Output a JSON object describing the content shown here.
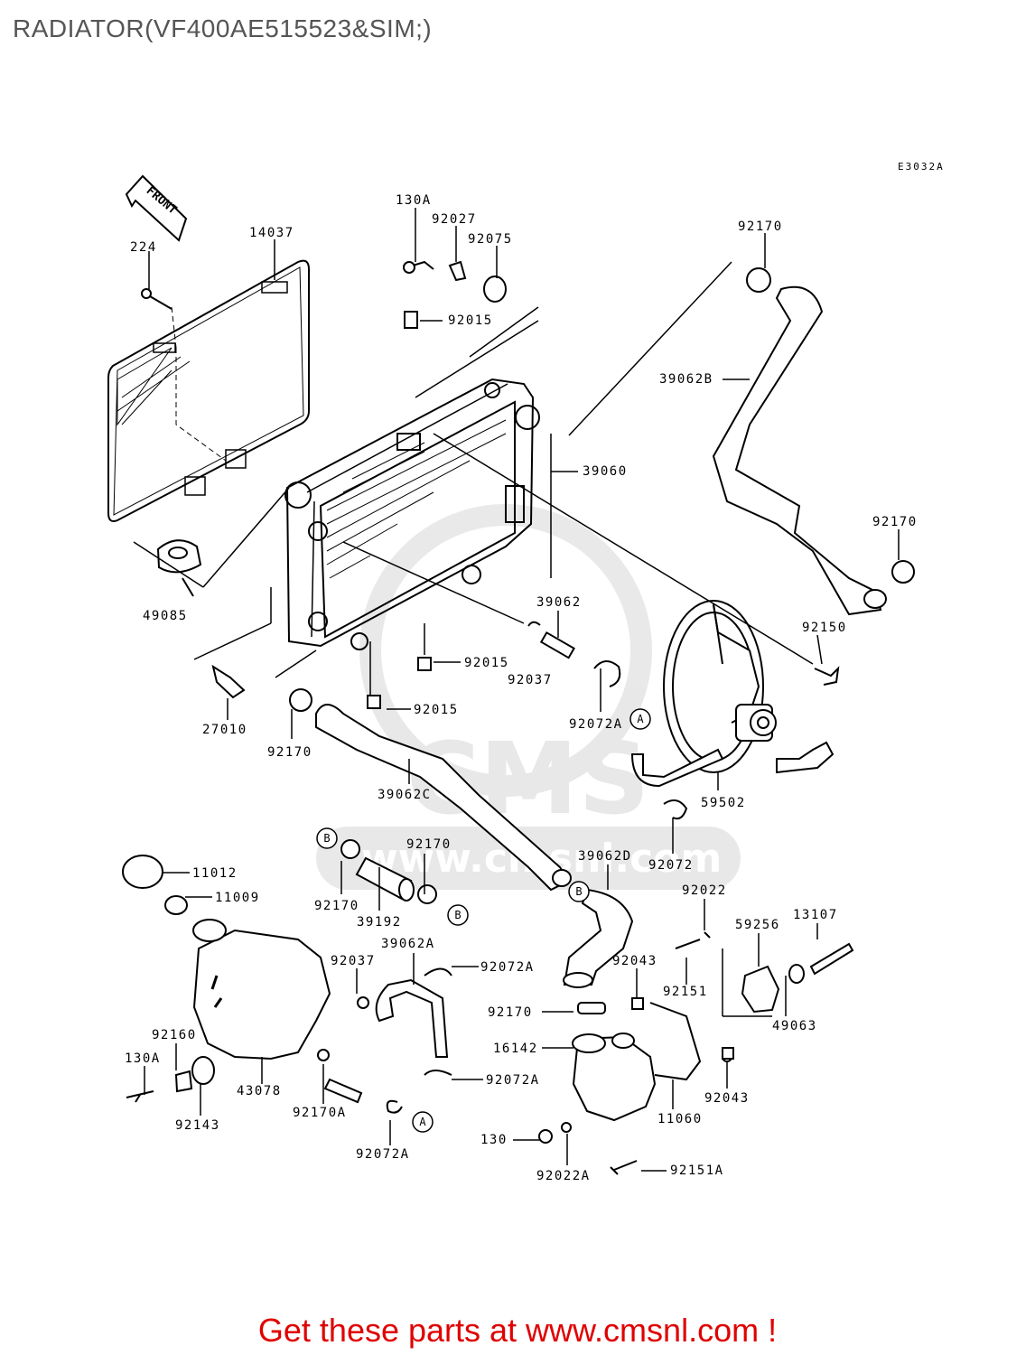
{
  "title": "RADIATOR(VF400AE515523&SIM;)",
  "diagram_code": "E3032A",
  "front_arrow_label": "FRONT",
  "watermark_text": "www.cmsnl.com",
  "callouts": {
    "c224": "224",
    "c14037": "14037",
    "c130A_top": "130A",
    "c92027": "92027",
    "c92075": "92075",
    "c92015_top": "92015",
    "c92170_top": "92170",
    "c39062B": "39062B",
    "c39060": "39060",
    "c92170_right": "92170",
    "c49085": "49085",
    "c39062": "39062",
    "c92150": "92150",
    "c92015_mid": "92015",
    "c92037_mid": "92037",
    "c92015_low": "92015",
    "c27010": "27010",
    "c92170_left": "92170",
    "c92072A_mid": "92072A",
    "c59502": "59502",
    "c39062C": "39062C",
    "c92170_b": "92170",
    "c92170_b2": "92170",
    "c39192": "39192",
    "c11012": "11012",
    "c11009": "11009",
    "c39062D": "39062D",
    "c92072": "92072",
    "c92022": "92022",
    "c13107": "13107",
    "c59256": "59256",
    "c39062A": "39062A",
    "c92072A_a": "92072A",
    "c92037_low": "92037",
    "c92043_top": "92043",
    "c92151": "92151",
    "c92160": "92160",
    "c92170_mid": "92170",
    "c49063": "49063",
    "c130A_low": "130A",
    "c16142": "16142",
    "c92072A_b": "92072A",
    "c43078": "43078",
    "c92170A": "92170A",
    "c92043_low": "92043",
    "c11060": "11060",
    "c92143": "92143",
    "c92072A_c": "92072A",
    "c130": "130",
    "c92022A": "92022A",
    "c92151A": "92151A"
  },
  "markers": {
    "a": "A",
    "b": "B"
  },
  "footer": {
    "text": "Get these parts at www.cmsnl.com !"
  }
}
